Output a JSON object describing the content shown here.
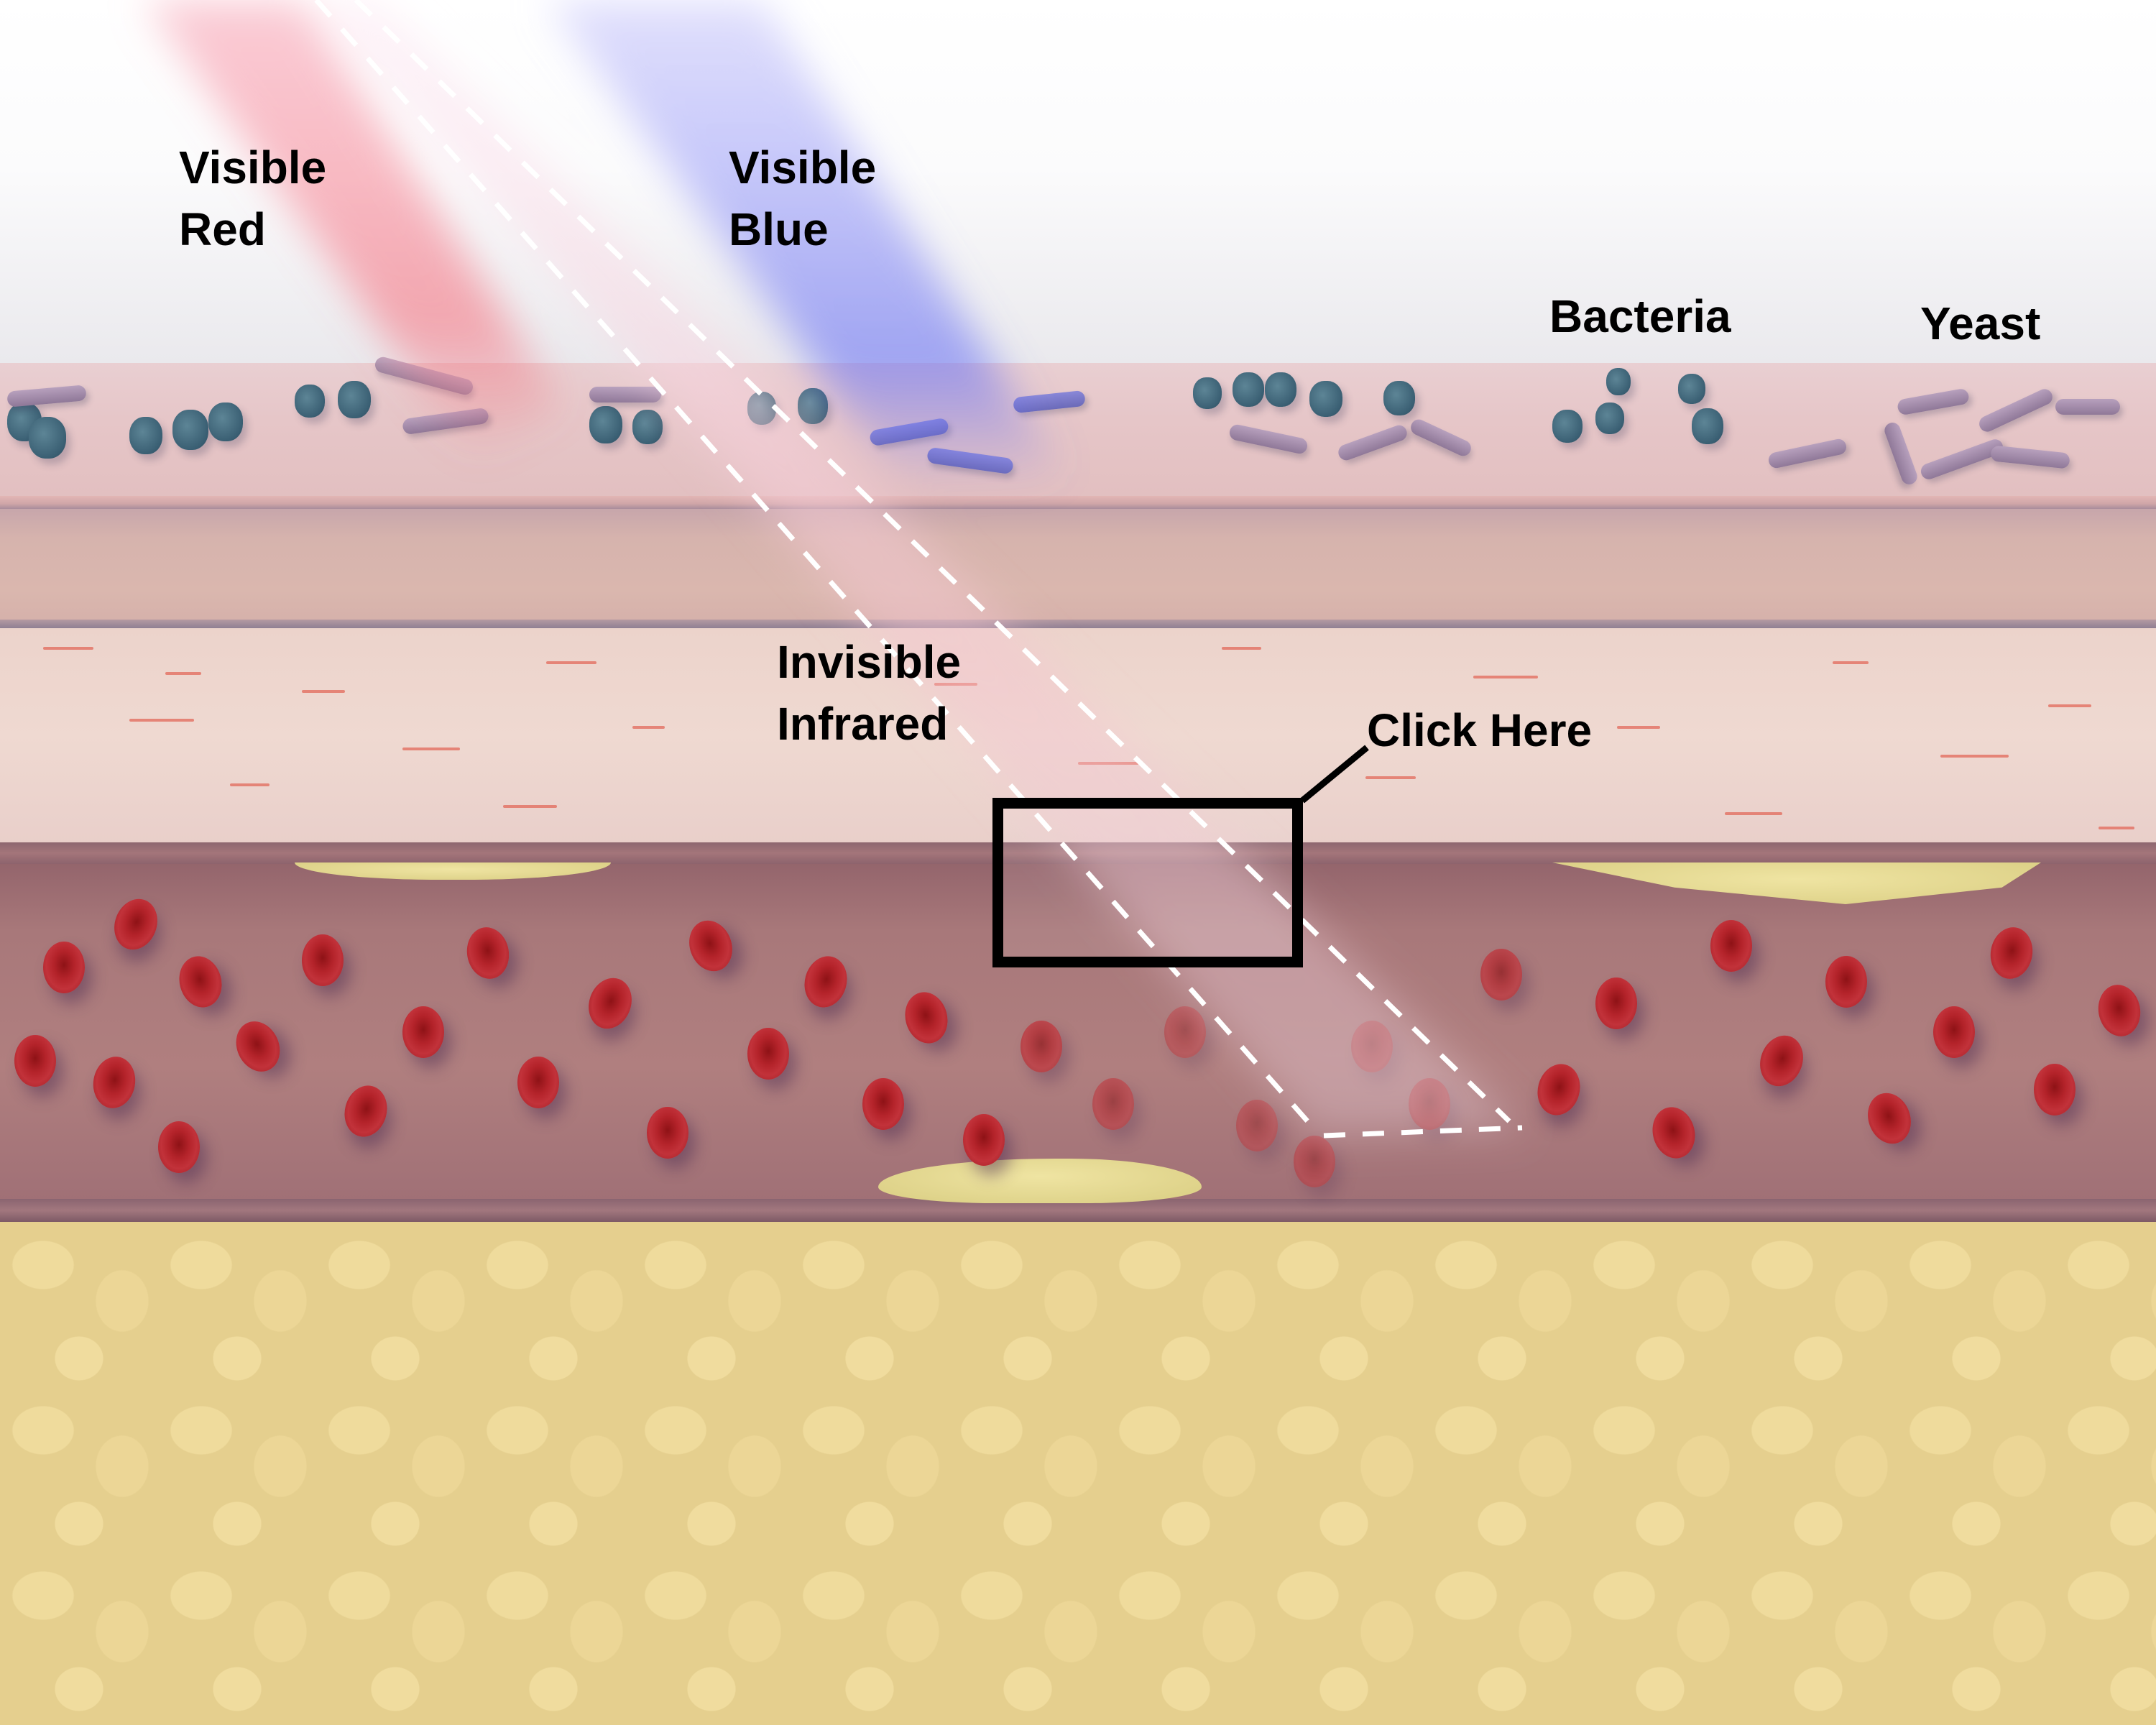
{
  "diagram": {
    "title_hint": "Skin cross-section with light wavelengths penetrating tissue layers",
    "labels": {
      "visible_red": "Visible\nRed",
      "visible_blue": "Visible\nBlue",
      "bacteria": "Bacteria",
      "yeast": "Yeast",
      "invisible_infrared": "Invisible\nInfrared",
      "click_here": "Click Here"
    },
    "layers": [
      {
        "name": "skin-surface-with-microbes",
        "color": "#e6c6c8"
      },
      {
        "name": "epidermis",
        "color": "#d6b3ad"
      },
      {
        "name": "dermis",
        "color": "#efd9d1"
      },
      {
        "name": "blood-vessel",
        "color": "#a8787a"
      },
      {
        "name": "subcutaneous-fat",
        "color": "#e5cf8e"
      }
    ],
    "beams": [
      {
        "name": "visible-red-beam",
        "color": "#f26a7a"
      },
      {
        "name": "visible-blue-beam",
        "color": "#6a74f2"
      },
      {
        "name": "invisible-infrared-beam",
        "color": "#ffffff",
        "style": "dashed-outline"
      }
    ],
    "colors": {
      "label_text": "#000000",
      "hotspot_border": "#000000",
      "rbc": "#b4232a",
      "coccus": "#3a5f73",
      "rod": "#9a84a3",
      "plaque": "#e6dc98"
    }
  }
}
